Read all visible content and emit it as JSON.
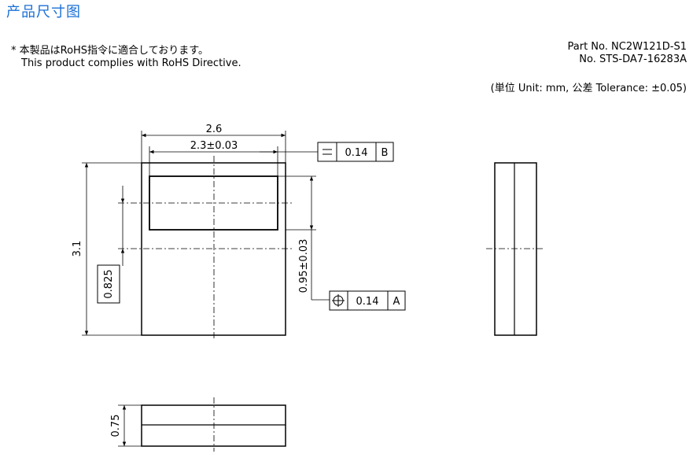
{
  "title": "产品尺寸图",
  "note": {
    "jp": "* 本製品はRoHS指令に適合しております。",
    "en": "This product complies with RoHS Directive."
  },
  "part": {
    "part_no": "Part No. NC2W121D-S1",
    "doc_no": "No. STS-DA7-16283A"
  },
  "units": "(単位 Unit: mm,  公差 Tolerance: ±0.05)",
  "dimensions": {
    "width": "2.6",
    "inner_width": "2.3±0.03",
    "height": "3.1",
    "offset": "0.825",
    "window_pos": "0.95±0.03",
    "thickness": "0.75"
  },
  "tolerances": {
    "parallel_value": "0.14",
    "parallel_datum": "B",
    "position_value": "0.14",
    "position_datum": "A"
  },
  "icons": {
    "parallel": "parallelism-symbol-icon",
    "position": "position-symbol-icon"
  }
}
